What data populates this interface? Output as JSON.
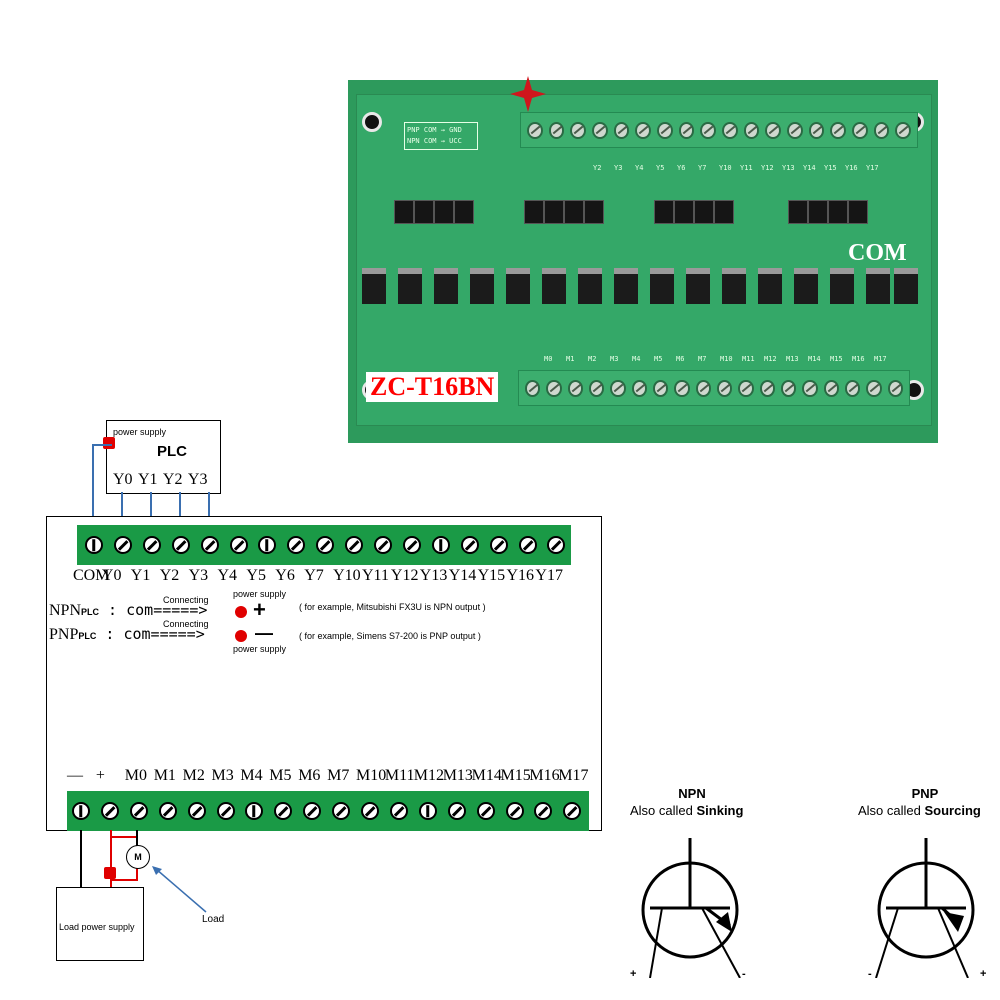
{
  "photo": {
    "model": "ZC-T16BN",
    "com_label": "COM",
    "legend_rows": [
      "PNP  COM → GND",
      "NPN  COM → UCC"
    ],
    "top_labels": [
      "Y2",
      "Y3",
      "Y4",
      "Y5",
      "Y6",
      "Y7",
      "Y10",
      "Y11",
      "Y12",
      "Y13",
      "Y14",
      "Y15",
      "Y16",
      "Y17"
    ],
    "bottom_labels": [
      "M0",
      "M1",
      "M2",
      "M3",
      "M4",
      "M5",
      "M6",
      "M7",
      "M10",
      "M11",
      "M12",
      "M13",
      "M14",
      "M15",
      "M16",
      "M17"
    ],
    "colors": {
      "board": "#34a868",
      "model_text": "#ff0000"
    }
  },
  "plc": {
    "power_supply_label": "power supply",
    "title": "PLC",
    "outputs": "Y0 Y1 Y2 Y3"
  },
  "module": {
    "top_terminals": [
      "COM",
      "Y0",
      "Y1",
      "Y2",
      "Y3",
      "Y4",
      "Y5",
      "Y6",
      "Y7",
      "Y10",
      "Y11",
      "Y12",
      "Y13",
      "Y14",
      "Y15",
      "Y16",
      "Y17"
    ],
    "npn_line": {
      "prefix": "NPN",
      "plc": "PLC",
      "text": ": com",
      "connecting": "Connecting",
      "arrow": "=====>",
      "power_supply": "power supply",
      "sign": "+",
      "example": "( for example, Mitsubishi FX3U is NPN output )"
    },
    "pnp_line": {
      "prefix": "PNP",
      "plc": "PLC",
      "text": ": com",
      "connecting": "Connecting",
      "arrow": "=====>",
      "power_supply": "power supply",
      "sign": "—",
      "example": "( for example, Simens S7-200 is PNP output )"
    },
    "bottom_terminals": [
      "—",
      "+",
      "M0",
      "M1",
      "M2",
      "M3",
      "M4",
      "M5",
      "M6",
      "M7",
      "M10",
      "M11",
      "M12",
      "M13",
      "M14",
      "M15",
      "M16",
      "M17"
    ],
    "colors": {
      "strip": "#1a9a46",
      "dot": "#e00000"
    }
  },
  "load": {
    "power_supply_label": "Load power supply",
    "motor_label": "M",
    "load_label": "Load"
  },
  "transistors": {
    "npn": {
      "title": "NPN",
      "subtitle_prefix": "Also called ",
      "subtitle_bold": "Sinking",
      "left_pol": "+",
      "right_pol": "-"
    },
    "pnp": {
      "title": "PNP",
      "subtitle_prefix": "Also called ",
      "subtitle_bold": "Sourcing",
      "left_pol": "-",
      "right_pol": "+"
    }
  }
}
